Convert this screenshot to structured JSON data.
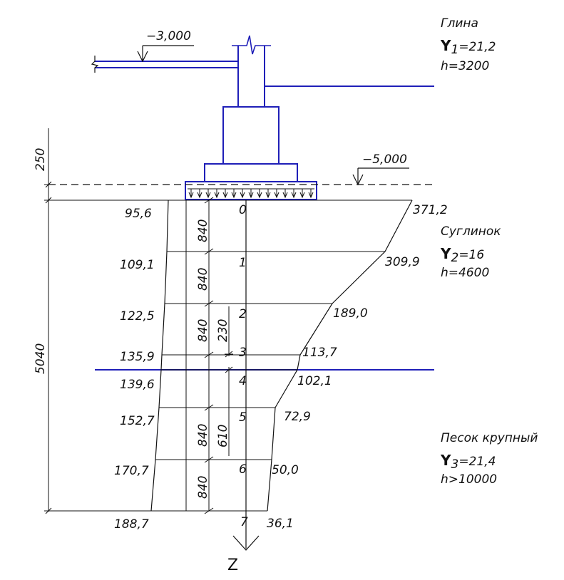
{
  "colors": {
    "structure": "#1f1fb8",
    "lines": "#111111"
  },
  "elevations": {
    "top": "−3,000",
    "base": "−5,000"
  },
  "layers": [
    {
      "name": "Глина",
      "gamma": "Y",
      "gamma_sub": "1",
      "gamma_value": "=21,2",
      "thickness": "h=3200"
    },
    {
      "name": "Суглинок",
      "gamma": "Y",
      "gamma_sub": "2",
      "gamma_value": "=16",
      "thickness": "h=4600"
    },
    {
      "name": "Песок крупный",
      "gamma": "Y",
      "gamma_sub": "3",
      "gamma_value": "=21,4",
      "thickness": "h>10000"
    }
  ],
  "dims": {
    "d250": "250",
    "d5040": "5040",
    "d840": "840",
    "d230": "230",
    "d610": "610"
  },
  "axis_label": "Z",
  "points": [
    {
      "index": "0",
      "sigma_zg": "95,6",
      "sigma_zp": "371,2"
    },
    {
      "index": "1",
      "sigma_zg": "109,1",
      "sigma_zp": "309,9"
    },
    {
      "index": "2",
      "sigma_zg": "122,5",
      "sigma_zp": "189,0"
    },
    {
      "index": "3",
      "sigma_zg": "135,9",
      "sigma_zp": "113,7"
    },
    {
      "index": "4",
      "sigma_zg": "139,6",
      "sigma_zp": "102,1"
    },
    {
      "index": "5",
      "sigma_zg": "152,7",
      "sigma_zp": "72,9"
    },
    {
      "index": "6",
      "sigma_zg": "170,7",
      "sigma_zp": "50,0"
    },
    {
      "index": "7",
      "sigma_zg": "188,7",
      "sigma_zp": "36,1"
    }
  ]
}
